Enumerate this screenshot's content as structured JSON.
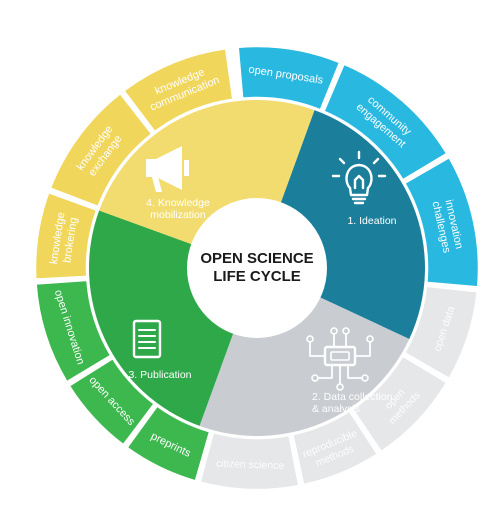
{
  "center": {
    "line1": "OPEN SCIENCE",
    "line2": "LIFE CYCLE"
  },
  "stages": [
    {
      "id": "ideation",
      "label_lines": [
        "1. Ideation"
      ],
      "color": "#1b7f9c",
      "icon": "lightbulb-icon"
    },
    {
      "id": "data",
      "label_lines": [
        "2. Data collection",
        "& analysis"
      ],
      "color": "#c9ccd0",
      "icon": "circuit-chip-icon"
    },
    {
      "id": "publication",
      "label_lines": [
        "3. Publication"
      ],
      "color": "#2fa84a",
      "icon": "document-icon"
    },
    {
      "id": "mobilization",
      "label_lines": [
        "4. Knowledge",
        "mobilization"
      ],
      "color": "#f3dc6f",
      "icon": "megaphone-icon"
    }
  ],
  "outer_ring": [
    {
      "id": "open-proposals",
      "lines": [
        "open proposals"
      ],
      "color": "#29b9e0"
    },
    {
      "id": "community-engagement",
      "lines": [
        "community",
        "engagement"
      ],
      "color": "#29b9e0"
    },
    {
      "id": "innovation-challenges",
      "lines": [
        "innovation",
        "challenges"
      ],
      "color": "#29b9e0"
    },
    {
      "id": "open-data",
      "lines": [
        "open data"
      ],
      "color": "#e6e7e9"
    },
    {
      "id": "open-methods",
      "lines": [
        "open",
        "methods"
      ],
      "color": "#e6e7e9"
    },
    {
      "id": "reproducible-methods",
      "lines": [
        "reproducible",
        "methods"
      ],
      "color": "#e6e7e9"
    },
    {
      "id": "citizen-science",
      "lines": [
        "citizen science"
      ],
      "color": "#e6e7e9"
    },
    {
      "id": "preprints",
      "lines": [
        "preprints"
      ],
      "color": "#3cb84e"
    },
    {
      "id": "open-access",
      "lines": [
        "open access"
      ],
      "color": "#3cb84e"
    },
    {
      "id": "open-innovation",
      "lines": [
        "open innovation"
      ],
      "color": "#3cb84e"
    },
    {
      "id": "knowledge-brokering",
      "lines": [
        "knowledge",
        "brokering"
      ],
      "color": "#f1d65c"
    },
    {
      "id": "knowledge-exchange",
      "lines": [
        "knowledge",
        "exchange"
      ],
      "color": "#f1d65c"
    },
    {
      "id": "knowledge-communication",
      "lines": [
        "knowledge",
        "communication"
      ],
      "color": "#f1d65c"
    }
  ]
}
